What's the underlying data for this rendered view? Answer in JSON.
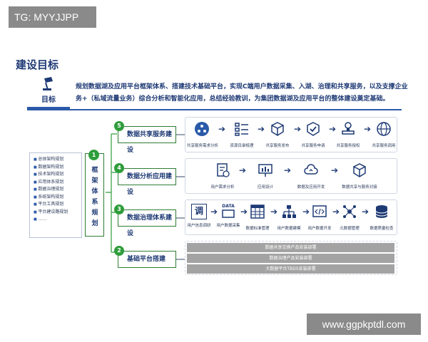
{
  "watermark_top": "TG: MYYJJPP",
  "watermark_bottom": "www.ggpkptdl.com",
  "title": "建设目标",
  "goal": {
    "label": "目标",
    "text": "规划数据湖及应用平台框架体系、搭建技术基础平台，实现C端用户数据采集、入湖、治理和共享服务，以及支撑企业务+（私域流量业务）综合分析和智能化应用，总结经验教训，为集团数据湖及应用平台的整体建设奠定基础。"
  },
  "left_list": [
    "总体架构规划",
    "数据架构规划",
    "技术架构规划",
    "应用体系规划",
    "数据治理规划",
    "系统架构规划",
    "平台工具规划",
    "平台建设路规划",
    "……"
  ],
  "framework": {
    "num": "1",
    "text": [
      "框",
      "架",
      "体",
      "系",
      "规",
      "划"
    ]
  },
  "categories": [
    {
      "num": "5",
      "label": "数据共享服务建设"
    },
    {
      "num": "4",
      "label": "数据分析应用建设"
    },
    {
      "num": "3",
      "label": "数据治理体系建设"
    },
    {
      "num": "2",
      "label": "基础平台搭建"
    }
  ],
  "row5": [
    "共享服务需求分析",
    "资源目录梳理",
    "共享服务发布",
    "共享服务申请",
    "共享服务授权",
    "共享服务调用"
  ],
  "row4": [
    "用户需求分析",
    "应用设计",
    "数据及应用开发",
    "数据共享与服务对接"
  ],
  "row3": [
    "用户信息调研",
    "用户数据采集",
    "数据标准管理",
    "用户数据建模",
    "用户数据开发",
    "元数据管理",
    "数据质量检查"
  ],
  "row3_icon_text": {
    "survey": "调",
    "data": "DATA"
  },
  "row2": [
    "数据共享交换产品安装部署",
    "数据治理产品安装部署",
    "大数据平台TBDS安装部署"
  ],
  "colors": {
    "primary": "#1e3a75",
    "green": "#2e9d3a",
    "gray": "#a3a3a3"
  }
}
